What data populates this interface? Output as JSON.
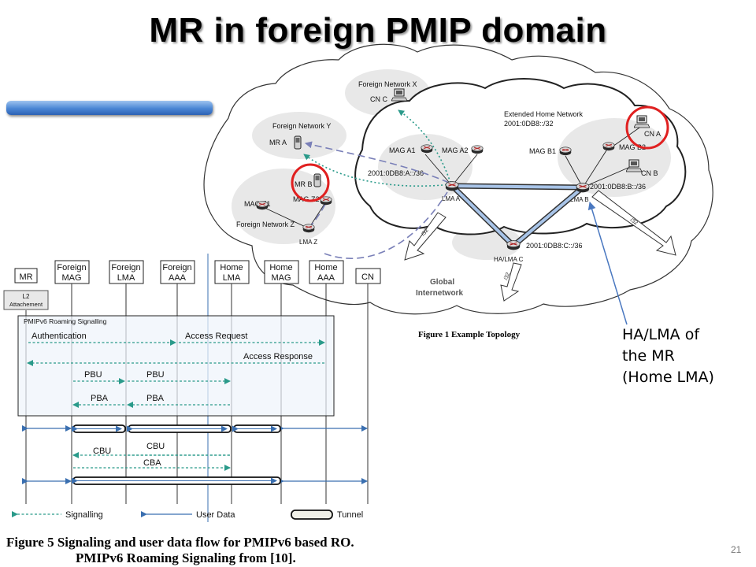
{
  "slide": {
    "title": "MR in foreign PMIP domain",
    "page_number": "21"
  },
  "callout": {
    "lines": [
      "HA/LMA of",
      "the MR",
      "(Home LMA)"
    ]
  },
  "figure1": {
    "caption": "Figure 1 Example Topology",
    "labels": {
      "foreign_network_x": "Foreign Network X",
      "cn_c": "CN C",
      "foreign_network_y": "Foreign Network Y",
      "mr_a": "MR A",
      "mr_b": "MR B",
      "mag_z1": "MAG Z1",
      "mag_z2": "MAG Z2",
      "foreign_network_z": "Foreign Network Z",
      "lma_z": "LMA Z",
      "ehn_line1": "Extended Home Network",
      "ehn_line2": "2001:0DB8::/32",
      "mag_a1": "MAG A1",
      "mag_a2": "MAG A2",
      "prefix_a": "2001:0DB8:A::/36",
      "lma_a": "LMA A",
      "mag_b1": "MAG B1",
      "mag_b2": "MAG B2",
      "cn_a": "CN A",
      "cn_b": "CN B",
      "prefix_b": "2001:0DB8:B::/36",
      "lma_b": "LMA B",
      "prefix_c": "2001:0DB8:C::/36",
      "ha_lma_c": "HA/LMA C",
      "global_line1": "Global",
      "global_line2": "Internetwork",
      "route_32": "/32"
    }
  },
  "figure5": {
    "caption_line1": "Figure 5 Signaling and user data flow for PMIPv6 based RO.",
    "caption_line2": "PMIPv6 Roaming Signaling from [10].",
    "entities": [
      {
        "line1": "MR",
        "line2": ""
      },
      {
        "line1": "Foreign",
        "line2": "MAG"
      },
      {
        "line1": "Foreign",
        "line2": "LMA"
      },
      {
        "line1": "Foreign",
        "line2": "AAA"
      },
      {
        "line1": "Home",
        "line2": "LMA"
      },
      {
        "line1": "Home",
        "line2": "MAG"
      },
      {
        "line1": "Home",
        "line2": "AAA"
      },
      {
        "line1": "CN",
        "line2": ""
      }
    ],
    "l2_line1": "L2",
    "l2_line2": "Attachement",
    "group_label": "PMIPv6 Roaming Signalling",
    "messages": {
      "authentication": "Authentication",
      "access_request": "Access Request",
      "access_response": "Access Response",
      "pbu1": "PBU",
      "pbu2": "PBU",
      "pba1": "PBA",
      "pba2": "PBA",
      "cbu1": "CBU",
      "cbu2": "CBU",
      "cba": "CBA"
    },
    "legend": {
      "signalling": "Signalling",
      "user_data": "User Data",
      "tunnel": "Tunnel"
    }
  }
}
